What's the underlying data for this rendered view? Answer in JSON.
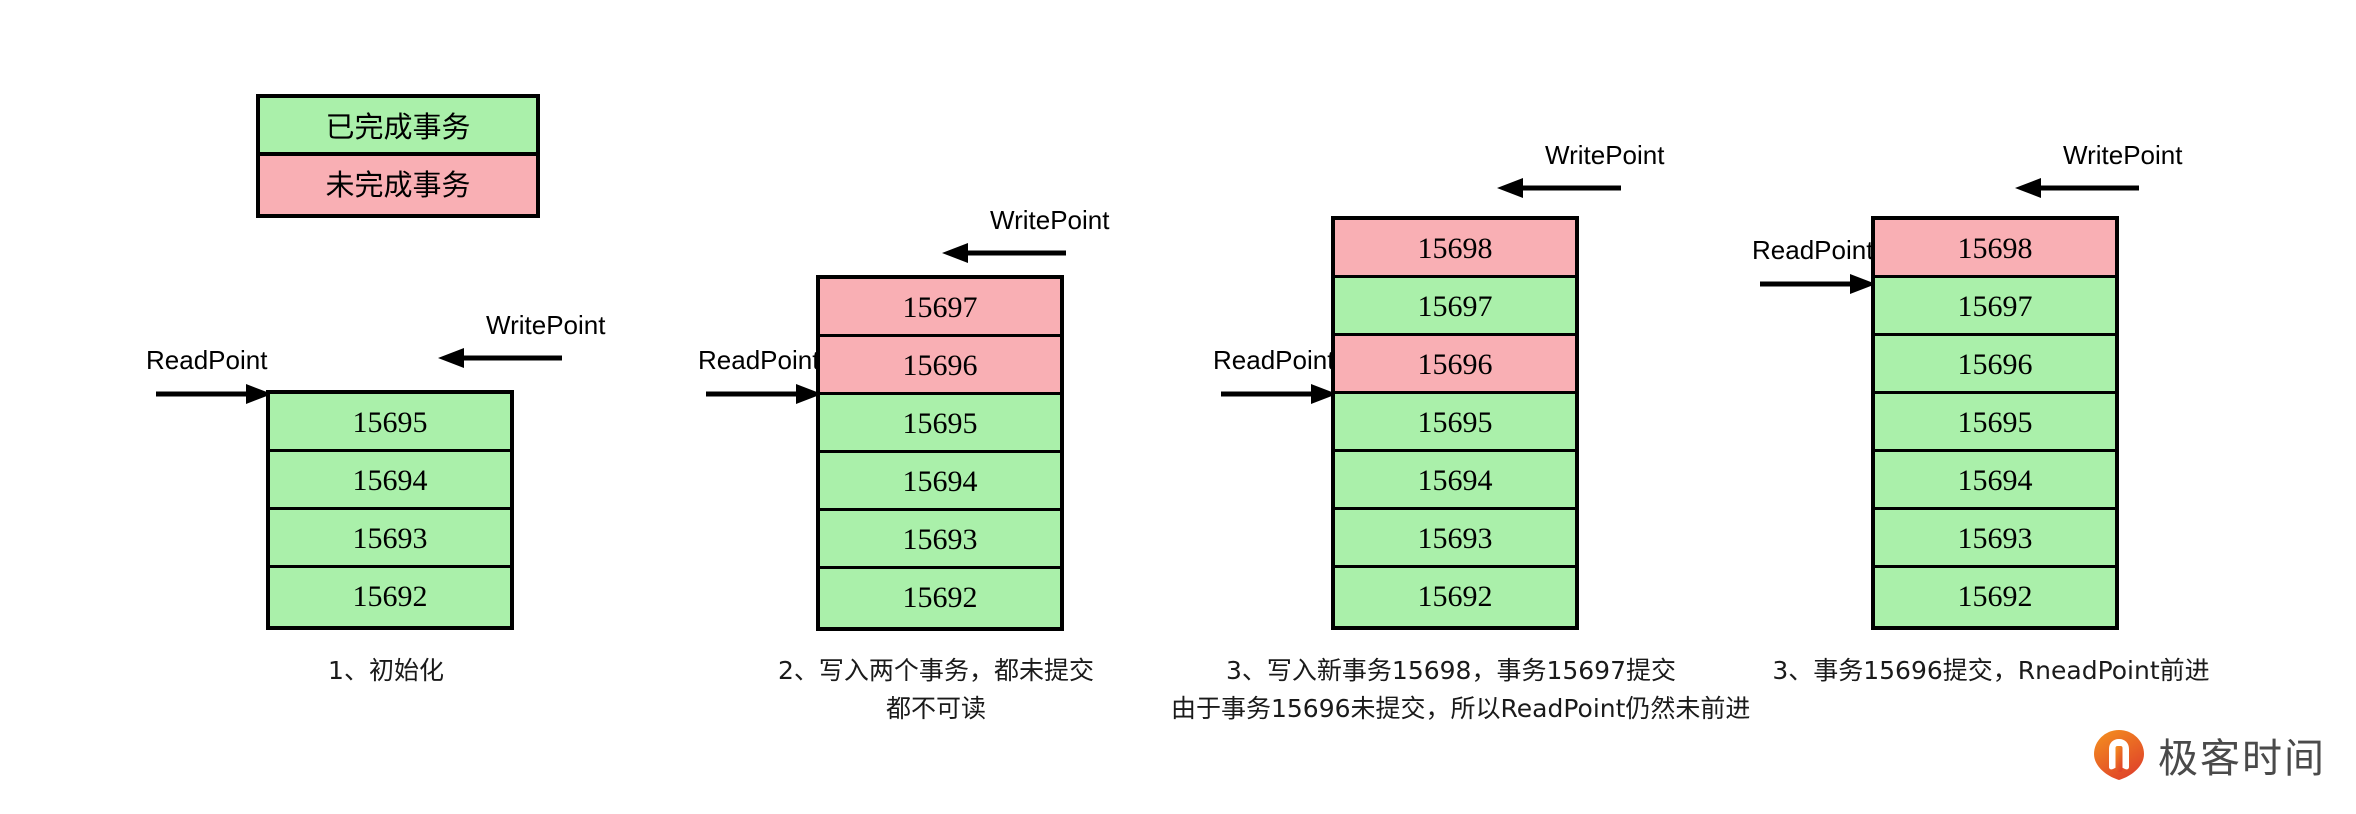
{
  "legend": {
    "done_label": "已完成事务",
    "undone_label": "未完成事务",
    "done_color": "#aaf0aa",
    "undone_color": "#f9afb4"
  },
  "pointer_labels": {
    "read": "ReadPoint",
    "write": "WritePoint"
  },
  "columns": [
    {
      "id": "col-1",
      "caption_lines": [
        "1、初始化"
      ],
      "has_write_pointer": true,
      "cells": [
        {
          "value": "15695",
          "state": "green"
        },
        {
          "value": "15694",
          "state": "green"
        },
        {
          "value": "15693",
          "state": "green"
        },
        {
          "value": "15692",
          "state": "green"
        }
      ]
    },
    {
      "id": "col-2",
      "caption_lines": [
        "2、写入两个事务，都未提交",
        "都不可读"
      ],
      "has_write_pointer": true,
      "cells": [
        {
          "value": "15697",
          "state": "pink"
        },
        {
          "value": "15696",
          "state": "pink"
        },
        {
          "value": "15695",
          "state": "green"
        },
        {
          "value": "15694",
          "state": "green"
        },
        {
          "value": "15693",
          "state": "green"
        },
        {
          "value": "15692",
          "state": "green"
        }
      ]
    },
    {
      "id": "col-3",
      "caption_lines": [
        "3、写入新事务15698，事务15697提交",
        "由于事务15696未提交，所以ReadPoint仍然未前进"
      ],
      "has_write_pointer": true,
      "cells": [
        {
          "value": "15698",
          "state": "pink"
        },
        {
          "value": "15697",
          "state": "green"
        },
        {
          "value": "15696",
          "state": "pink"
        },
        {
          "value": "15695",
          "state": "green"
        },
        {
          "value": "15694",
          "state": "green"
        },
        {
          "value": "15693",
          "state": "green"
        },
        {
          "value": "15692",
          "state": "green"
        }
      ]
    },
    {
      "id": "col-4",
      "caption_lines": [
        "3、事务15696提交，RneadPoint前进"
      ],
      "has_write_pointer": true,
      "cells": [
        {
          "value": "15698",
          "state": "pink"
        },
        {
          "value": "15697",
          "state": "green"
        },
        {
          "value": "15696",
          "state": "green"
        },
        {
          "value": "15695",
          "state": "green"
        },
        {
          "value": "15694",
          "state": "green"
        },
        {
          "value": "15693",
          "state": "green"
        },
        {
          "value": "15692",
          "state": "green"
        }
      ]
    }
  ],
  "watermark": {
    "brand": "极客时间",
    "icon_color_start": "#f07a1e",
    "icon_color_end": "#e0452a"
  }
}
